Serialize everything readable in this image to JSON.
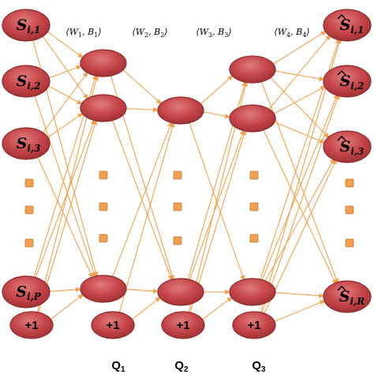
{
  "colors": {
    "node_fill": "#c9494c",
    "node_stroke": "#8e2a2c",
    "edge": "#f5a04a",
    "dot": "#f0a050"
  },
  "input_nodes": [
    {
      "base": "S",
      "sub": "i,1",
      "hat": false
    },
    {
      "base": "S",
      "sub": "i,2",
      "hat": false
    },
    {
      "base": "S",
      "sub": "i,3",
      "hat": false
    },
    {
      "base": "S",
      "sub": "i,P",
      "hat": false
    }
  ],
  "output_nodes": [
    {
      "base": "S",
      "sub": "i,1",
      "hat": true
    },
    {
      "base": "S",
      "sub": "i,2",
      "hat": true
    },
    {
      "base": "S",
      "sub": "i,3",
      "hat": true
    },
    {
      "base": "S",
      "sub": "i,R",
      "hat": true
    }
  ],
  "bias_label": "+1",
  "weight_labels": [
    "⟨W1, B1⟩",
    "⟨W2, B2⟩",
    "⟨W3, B3⟩",
    "⟨W4, B4⟩"
  ],
  "weight_parts": [
    {
      "w": "W",
      "wi": "1",
      "b": "B",
      "bi": "1"
    },
    {
      "w": "W",
      "wi": "2",
      "b": "B",
      "bi": "2"
    },
    {
      "w": "W",
      "wi": "3",
      "b": "B",
      "bi": "3"
    },
    {
      "w": "W",
      "wi": "4",
      "b": "B",
      "bi": "4"
    }
  ],
  "layer_labels": [
    {
      "base": "Q",
      "sub": "1"
    },
    {
      "base": "Q",
      "sub": "2"
    },
    {
      "base": "Q",
      "sub": "3"
    }
  ]
}
